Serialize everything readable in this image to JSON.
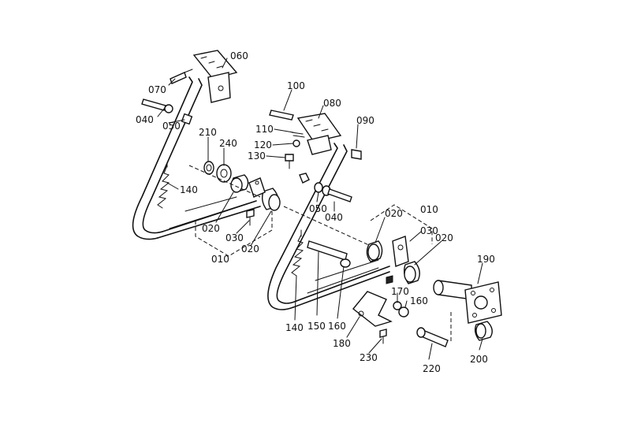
{
  "labels": {
    "l060": "060",
    "l070": "070",
    "l040a": "040",
    "l050a": "050",
    "l100": "100",
    "l080": "080",
    "l090": "090",
    "l110": "110",
    "l120": "120",
    "l130": "130",
    "l210": "210",
    "l240": "240",
    "l140a": "140",
    "l020a": "020",
    "l030a": "030",
    "l020b": "020",
    "l010a": "010",
    "l050b": "050",
    "l040b": "040",
    "l020c": "020",
    "l010b": "010",
    "l030b": "030",
    "l020d": "020",
    "l190": "190",
    "l170": "170",
    "l160a": "160",
    "l140b": "140",
    "l150": "150",
    "l160b": "160",
    "l180": "180",
    "l230": "230",
    "l220": "220",
    "l200": "200"
  }
}
